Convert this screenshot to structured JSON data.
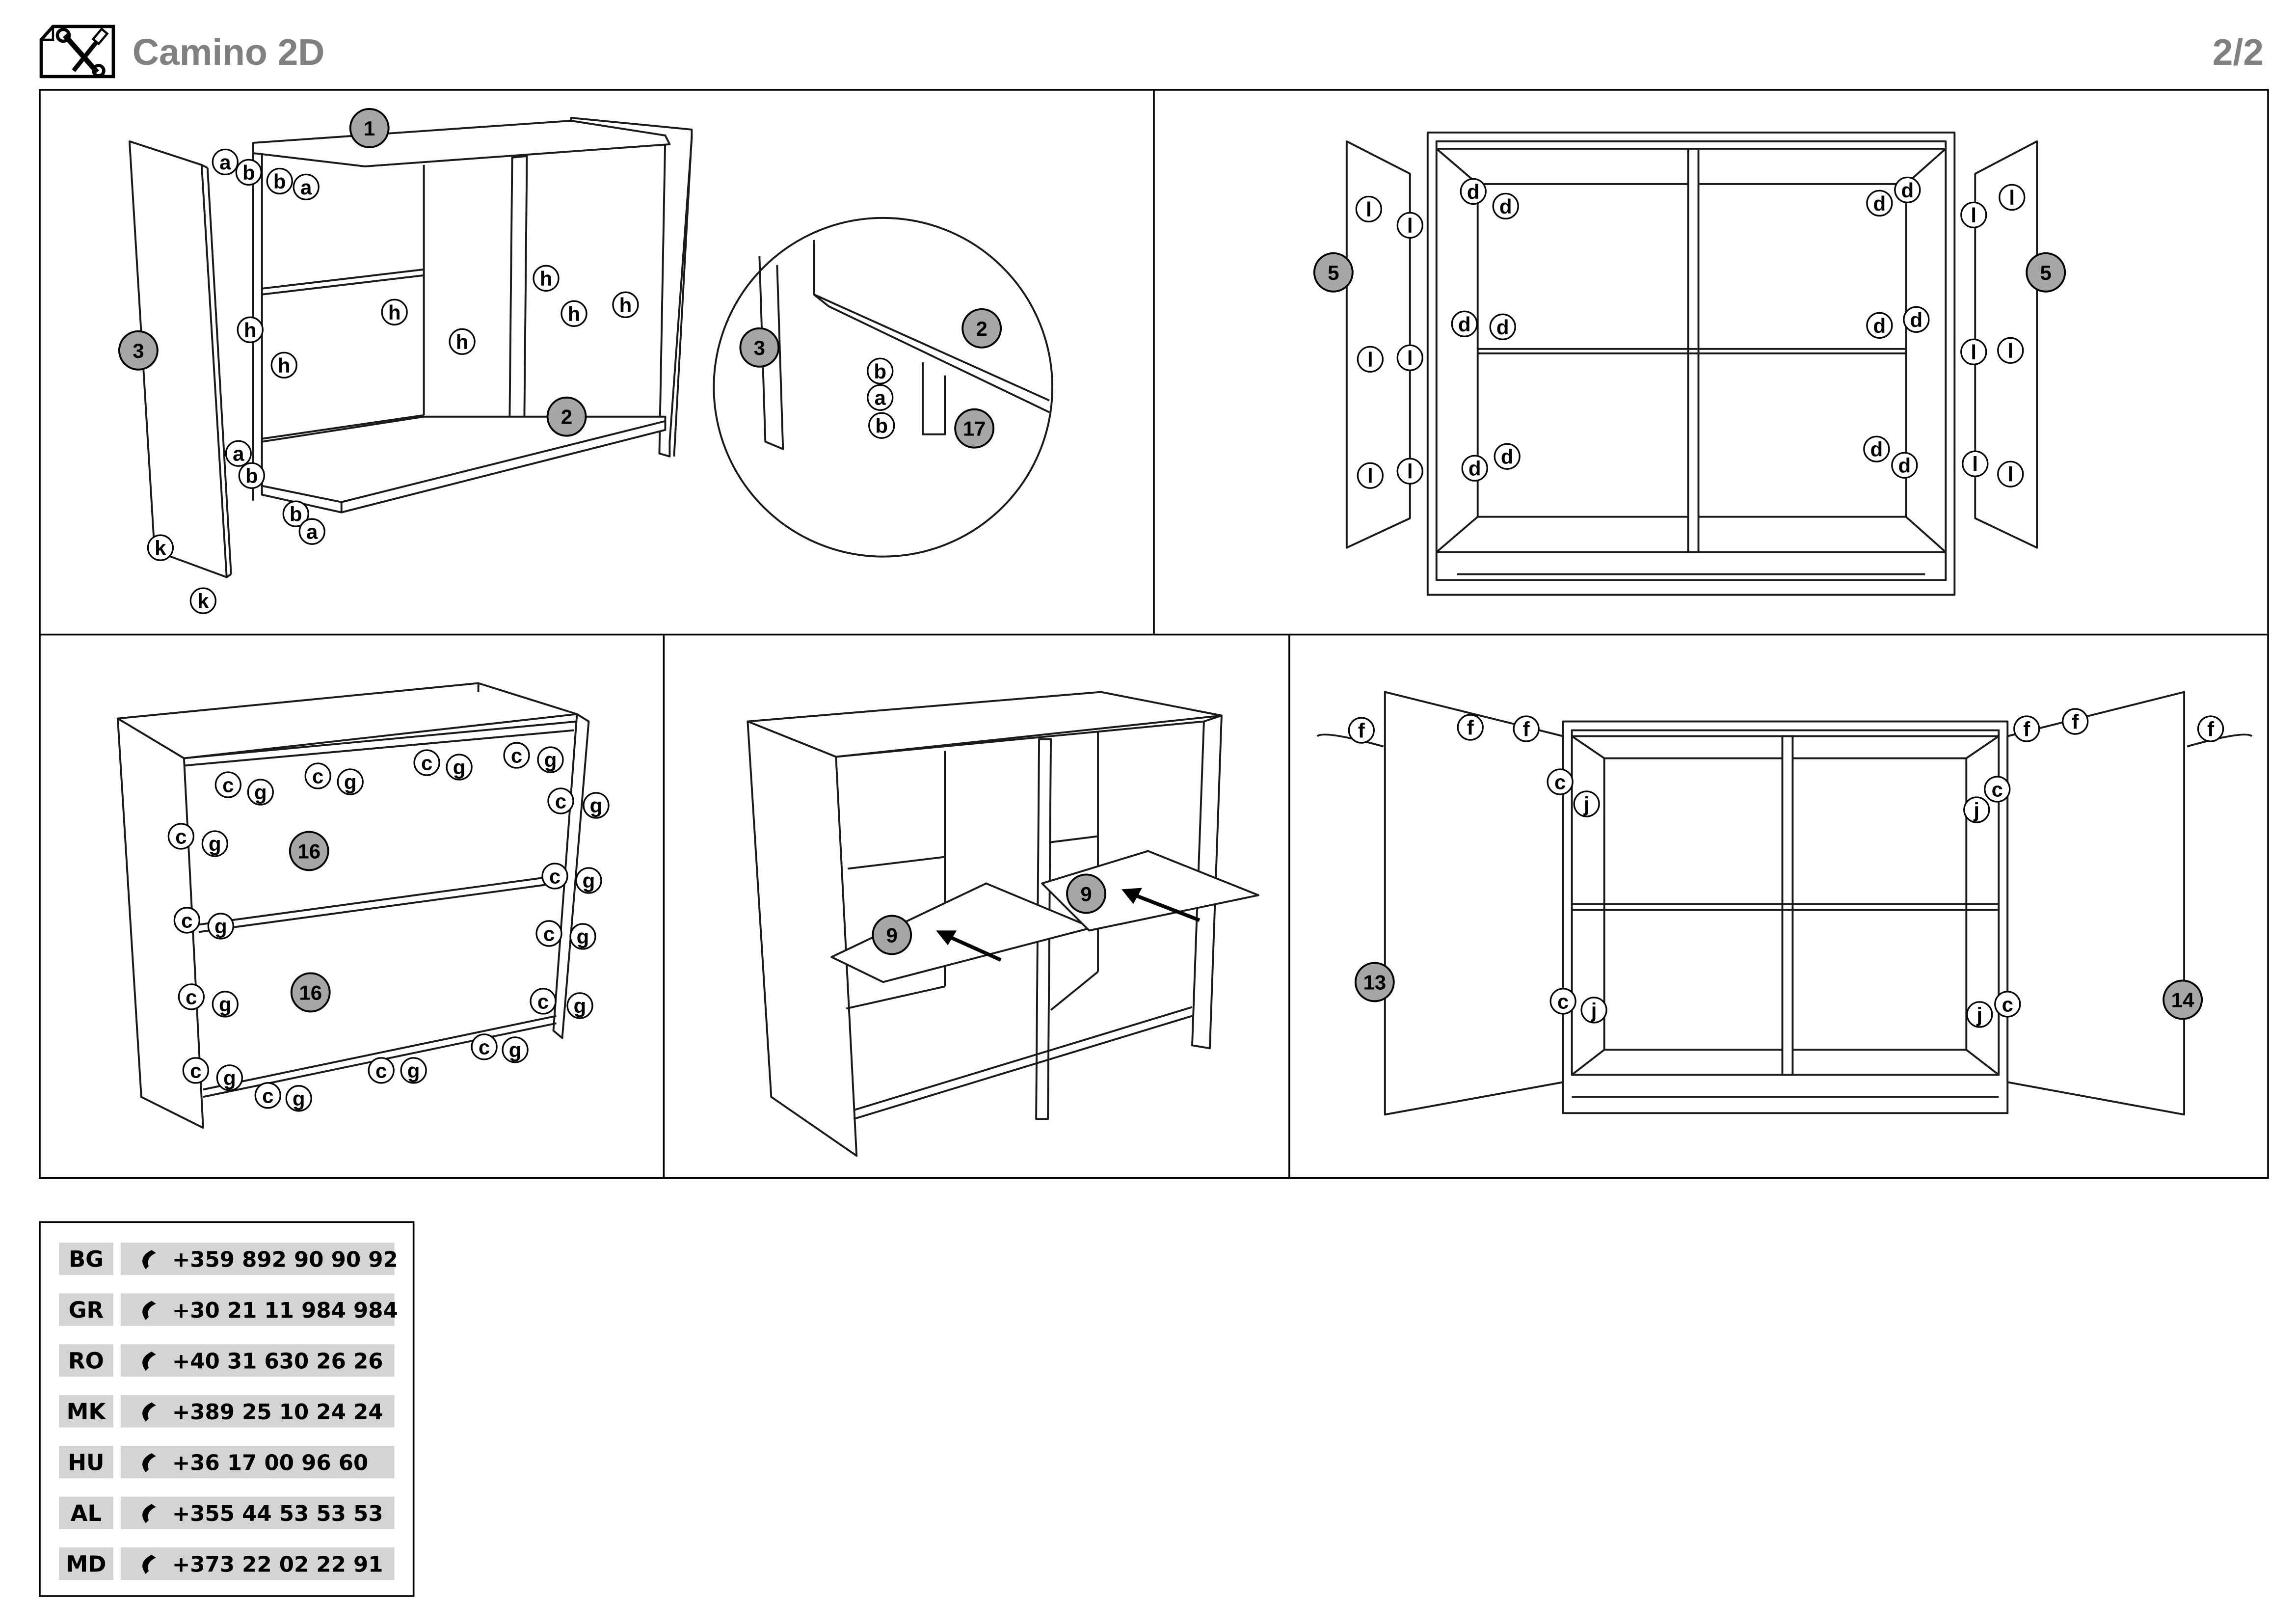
{
  "header": {
    "title": "Camino 2D",
    "page": "2/2",
    "icon": "tools-document-icon"
  },
  "steps": [
    {
      "parts": [
        "1",
        "2",
        "3",
        "17"
      ],
      "fittings": [
        "a",
        "b",
        "h",
        "k"
      ]
    },
    {
      "parts": [
        "5"
      ],
      "fittings": [
        "l",
        "d"
      ]
    },
    {
      "parts": [
        "16"
      ],
      "fittings": [
        "c",
        "g"
      ]
    },
    {
      "parts": [
        "9"
      ],
      "fittings": []
    },
    {
      "parts": [
        "13",
        "14"
      ],
      "fittings": [
        "f",
        "c",
        "j"
      ]
    }
  ],
  "contacts": [
    {
      "code": "BG",
      "phone": "+359 892 90 90 92"
    },
    {
      "code": "GR",
      "phone": "+30 21 11 984 984"
    },
    {
      "code": "RO",
      "phone": "+40 31 630 26 26"
    },
    {
      "code": "MK",
      "phone": "+389 25 10 24 24"
    },
    {
      "code": "HU",
      "phone": "+36 17 00 96 60"
    },
    {
      "code": "AL",
      "phone": "+355 44 53 53 53"
    },
    {
      "code": "MD",
      "phone": "+373 22 02 22 91"
    }
  ],
  "colors": {
    "title": "#808080",
    "part_badge": "#a6a6a6",
    "contact_bg": "#d4d4d6"
  }
}
